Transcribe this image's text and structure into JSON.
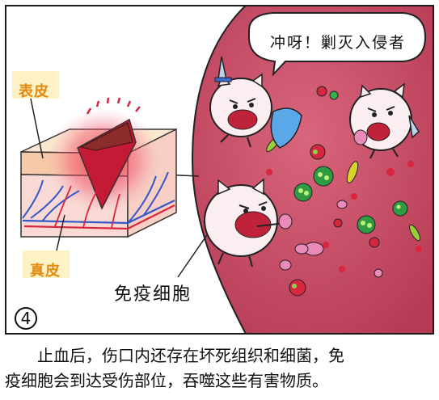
{
  "speech_bubble": "冲呀！剿灭入侵者",
  "labels": {
    "epidermis": "表皮",
    "dermis": "真皮",
    "immune_cell": "免疫细胞"
  },
  "panel_number": "4",
  "caption": {
    "line1": "止血后，伤口内还存在坏死组织和细菌，免",
    "line2": "疫细胞会到达受伤部位，吞噬这些有害物质。"
  },
  "colors": {
    "epidermis_label": "#e08a12",
    "background_circle": "#c84a63",
    "blood": "#d4163c"
  }
}
